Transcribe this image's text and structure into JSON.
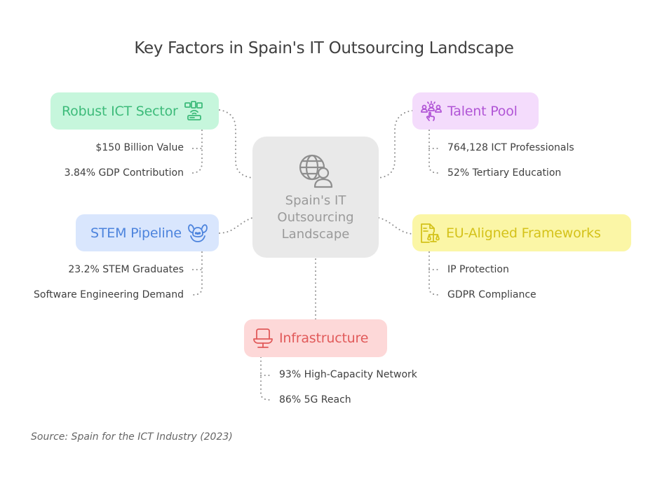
{
  "title": "Key Factors in Spain's IT Outsourcing Landscape",
  "center": {
    "label": "Spain's IT Outsourcing Landscape",
    "label_lines": [
      "Spain's IT",
      "Outsourcing",
      "Landscape"
    ],
    "icon": "globe-user-icon",
    "color": "#9a9a9a",
    "background": "#e9e9e9"
  },
  "factors": [
    {
      "id": "robust-ict-sector",
      "label": "Robust ICT Sector",
      "icon": "network-devices-icon",
      "color": "#3dbb7a",
      "background": "#c6f6dc",
      "items": [
        "$150 Billion Value",
        "3.84% GDP Contribution"
      ]
    },
    {
      "id": "talent-pool",
      "label": "Talent Pool",
      "icon": "team-select-icon",
      "color": "#b155d6",
      "background": "#f4dcfc",
      "items": [
        "764,128 ICT Professionals",
        "52% Tertiary Education"
      ]
    },
    {
      "id": "stem-pipeline",
      "label": "STEM Pipeline",
      "icon": "robot-mascot-icon",
      "color": "#4d84dd",
      "background": "#d9e6fd",
      "items": [
        "23.2% STEM Graduates",
        "Software Engineering Demand"
      ]
    },
    {
      "id": "eu-aligned-frameworks",
      "label": "EU-Aligned Frameworks",
      "icon": "legal-document-scale-icon",
      "color": "#d4c21a",
      "background": "#fbf6a6",
      "items": [
        "IP Protection",
        "GDPR Compliance"
      ]
    },
    {
      "id": "infrastructure",
      "label": "Infrastructure",
      "icon": "desk-chair-icon",
      "color": "#e15a5a",
      "background": "#fdd8d8",
      "items": [
        "93% High-Capacity Network",
        "86% 5G Reach"
      ]
    }
  ],
  "source": "Source: Spain for the ICT Industry (2023)",
  "connector_color": "#8a8a8a"
}
